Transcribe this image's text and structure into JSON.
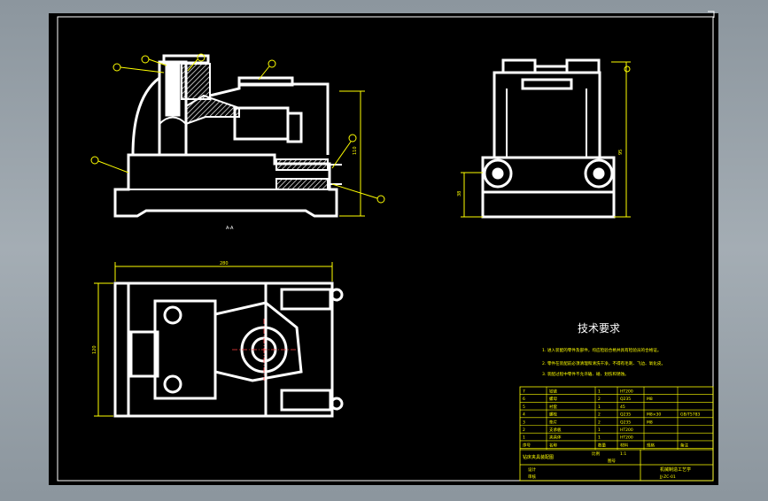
{
  "tech_requirements": {
    "title": "技术要求",
    "items": [
      "1. 进入装配的零件及部件，均应检验合格并具有检验员的合格证。",
      "2. 零件在装配前必须清理和清洗干净，不得有毛刺、飞边、氧化皮。",
      "3. 装配过程中零件不允许磕、碰、划伤和锈蚀。"
    ]
  },
  "view_labels": {
    "section": "A-A",
    "dim_overall_width": "280",
    "dim_overall_depth": "120",
    "dim_front_height": "110",
    "dim_side_height": "95",
    "dim_side_low": "38"
  },
  "title_block": {
    "parts_list": [
      {
        "no": "7",
        "name": "铰链",
        "qty": "1",
        "material": "HT200",
        "std": "",
        "note": ""
      },
      {
        "no": "6",
        "name": "螺母",
        "qty": "2",
        "material": "Q235",
        "std": "M8",
        "note": ""
      },
      {
        "no": "5",
        "name": "衬套",
        "qty": "1",
        "material": "45",
        "std": "",
        "note": ""
      },
      {
        "no": "4",
        "name": "螺栓",
        "qty": "2",
        "material": "Q235",
        "std": "M8×30",
        "note": "GB/T5783"
      },
      {
        "no": "3",
        "name": "垫片",
        "qty": "2",
        "material": "Q235",
        "std": "M8",
        "note": ""
      },
      {
        "no": "2",
        "name": "支承板",
        "qty": "1",
        "material": "HT200",
        "std": "",
        "note": ""
      },
      {
        "no": "1",
        "name": "夹具体",
        "qty": "1",
        "material": "HT200",
        "std": "",
        "note": ""
      }
    ],
    "header": {
      "no": "序号",
      "name": "名称",
      "qty": "数量",
      "material": "材料",
      "std": "规格",
      "note": "备注"
    },
    "drawing_name": "钻床夹具装配图",
    "scale_label": "比例",
    "scale_value": "1:1",
    "sheet_label": "图号",
    "designer_label": "设计",
    "checker_label": "审核",
    "school": "机械制造工艺学",
    "drawing_code": "JJ-ZC-01"
  },
  "colors": {
    "background": "#000000",
    "lines": "#ffffff",
    "dimension": "#ffff00",
    "frame": "#ffffff",
    "hatch": "#ffffff",
    "centerline": "#ff4040",
    "titleblock": "#ffff00"
  }
}
